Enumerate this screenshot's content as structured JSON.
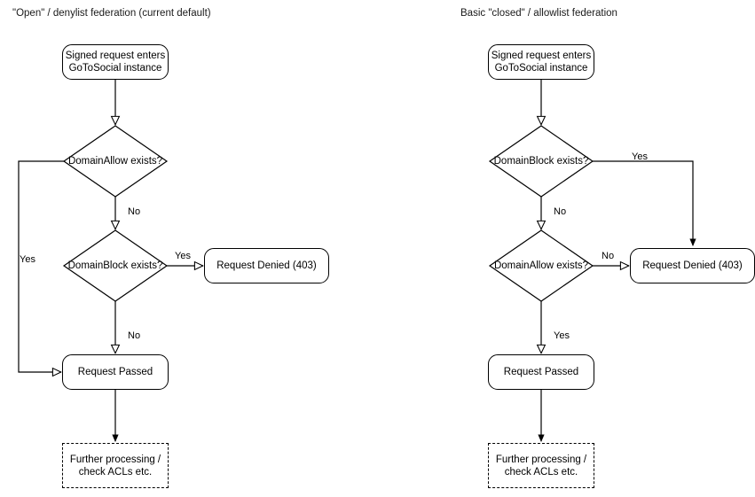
{
  "diagram": {
    "type": "flowchart",
    "background": "#ffffff",
    "stroke_color": "#000000",
    "text_color": "#000000"
  },
  "panels": [
    {
      "id": "open-denylist",
      "title": "\"Open\" / denylist federation (current default)",
      "nodes": {
        "entry": {
          "label_line1": "Signed request enters",
          "label_line2": "GoToSocial instance",
          "shape": "rounded-rect"
        },
        "decision1": {
          "label_line1": "DomainAllow",
          "label_line2": "exists?",
          "shape": "diamond"
        },
        "decision2": {
          "label_line1": "DomainBlock",
          "label_line2": "exists?",
          "shape": "diamond"
        },
        "denied": {
          "label": "Request Denied (403)",
          "shape": "rounded-rect"
        },
        "passed": {
          "label": "Request Passed",
          "shape": "rounded-rect"
        },
        "further": {
          "label_line1": "Further processing /",
          "label_line2": "check ACLs etc.",
          "shape": "dashed-rect"
        }
      },
      "edge_labels": {
        "allow_yes": "Yes",
        "allow_no": "No",
        "block_yes": "Yes",
        "block_no": "No"
      }
    },
    {
      "id": "closed-allowlist",
      "title": "Basic \"closed\" / allowlist federation",
      "nodes": {
        "entry": {
          "label_line1": "Signed request enters",
          "label_line2": "GoToSocial instance",
          "shape": "rounded-rect"
        },
        "decision1": {
          "label_line1": "DomainBlock",
          "label_line2": "exists?",
          "shape": "diamond"
        },
        "decision2": {
          "label_line1": "DomainAllow",
          "label_line2": "exists?",
          "shape": "diamond"
        },
        "denied": {
          "label": "Request Denied (403)",
          "shape": "rounded-rect"
        },
        "passed": {
          "label": "Request Passed",
          "shape": "rounded-rect"
        },
        "further": {
          "label_line1": "Further processing /",
          "label_line2": "check ACLs etc.",
          "shape": "dashed-rect"
        }
      },
      "edge_labels": {
        "block_yes": "Yes",
        "block_no": "No",
        "allow_no": "No",
        "allow_yes": "Yes"
      }
    }
  ]
}
